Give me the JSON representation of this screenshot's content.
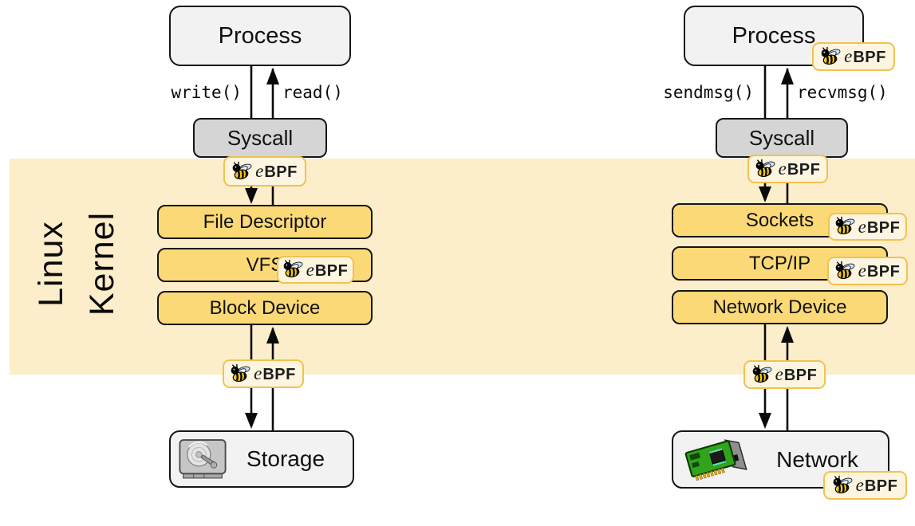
{
  "diagram": {
    "kernel_label": {
      "line1": "Linux",
      "line2": "Kernel"
    },
    "ebpf_badge": {
      "e": "e",
      "bpf": "BPF"
    },
    "storage_stack": {
      "process": "Process",
      "syscall": "Syscall",
      "down_call": "write()",
      "up_call": "read()",
      "layers": [
        "File Descriptor",
        "VFS",
        "Block Device"
      ],
      "endpoint": "Storage"
    },
    "network_stack": {
      "process": "Process",
      "syscall": "Syscall",
      "down_call": "sendmsg()",
      "up_call": "recvmsg()",
      "layers": [
        "Sockets",
        "TCP/IP",
        "Network Device"
      ],
      "endpoint": "Network"
    },
    "colors": {
      "kernel_band": "#FCEECA",
      "layer_box": "#FBD977",
      "process_box": "#F2F2F2",
      "syscall_box": "#D5D5D5",
      "badge_bg": "#FDF5E0",
      "badge_border": "#F2C24E"
    }
  }
}
